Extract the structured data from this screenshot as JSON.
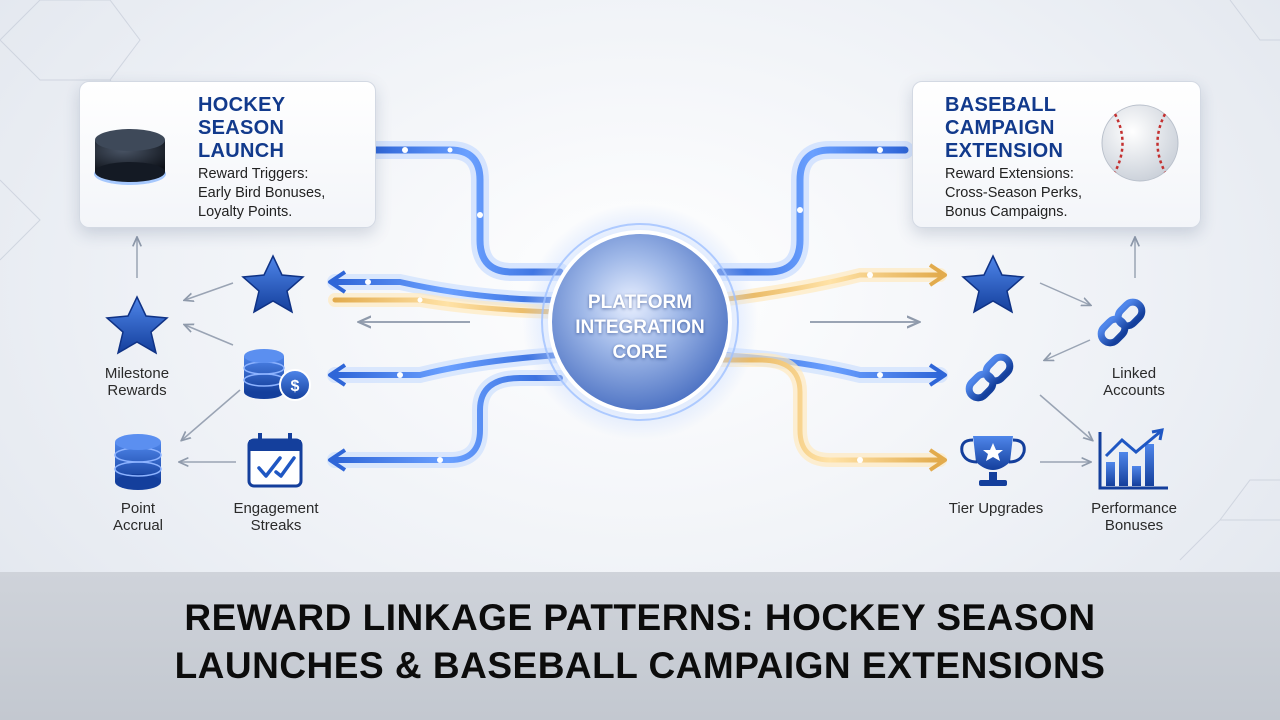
{
  "hockey_card": {
    "title_lines": [
      "Hockey",
      "Season",
      "Launch"
    ],
    "desc_lines": [
      "Reward Triggers:",
      "Early Bird Bonuses,",
      "Loyalty Points."
    ]
  },
  "baseball_card": {
    "title_lines": [
      "Baseball",
      "Campaign",
      "Extension"
    ],
    "desc_lines": [
      "Reward Extensions:",
      "Cross-Season Perks,",
      "Bonus Campaigns."
    ]
  },
  "core": {
    "lines": [
      "Platform",
      "Integration",
      "Core"
    ]
  },
  "left_labels": {
    "milestone": [
      "Milestone",
      "Rewards"
    ],
    "point": [
      "Point",
      "Accrual"
    ],
    "engagement": [
      "Engagement",
      "Streaks"
    ]
  },
  "right_labels": {
    "linked": [
      "Linked",
      "Accounts"
    ],
    "tier": [
      "Tier Upgrades"
    ],
    "performance": [
      "Performance",
      "Bonuses"
    ]
  },
  "footer": {
    "lines": [
      "Reward Linkage Patterns: Hockey Season",
      "Launches & Baseball Campaign Extensions"
    ]
  },
  "colors": {
    "accent_blue": "#1f57c3",
    "accent_gold": "#e6b45a",
    "title_navy": "#123a8c"
  },
  "icons": [
    "hockey-puck-icon",
    "baseball-icon",
    "star-icon",
    "coins-icon",
    "database-icon",
    "calendar-check-icon",
    "chain-link-icon",
    "trophy-icon",
    "bar-chart-icon"
  ]
}
